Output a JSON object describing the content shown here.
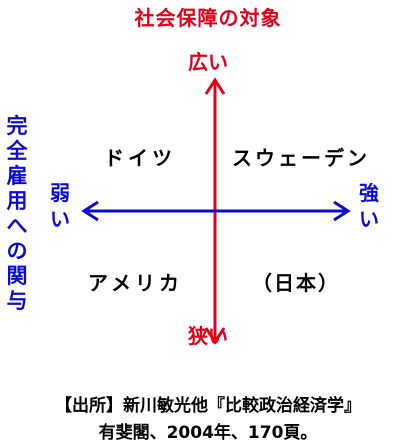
{
  "title": "社会保障の対象",
  "vertical_axis": {
    "top_label": "広い",
    "bottom_label": "狭い",
    "color": "#e4001a"
  },
  "horizontal_axis": {
    "title": "完全雇用への関与",
    "left_label": "弱い",
    "right_label": "強い",
    "color": "#0b0bd6"
  },
  "quadrants": {
    "top_left": "ドイツ",
    "top_right": "スウェーデン",
    "bottom_left": "アメリカ",
    "bottom_right": "（日本）"
  },
  "source": {
    "line1": "【出所】新川敏光他『比較政治経済学』",
    "line2": "有斐閣、2004年、170頁。"
  }
}
